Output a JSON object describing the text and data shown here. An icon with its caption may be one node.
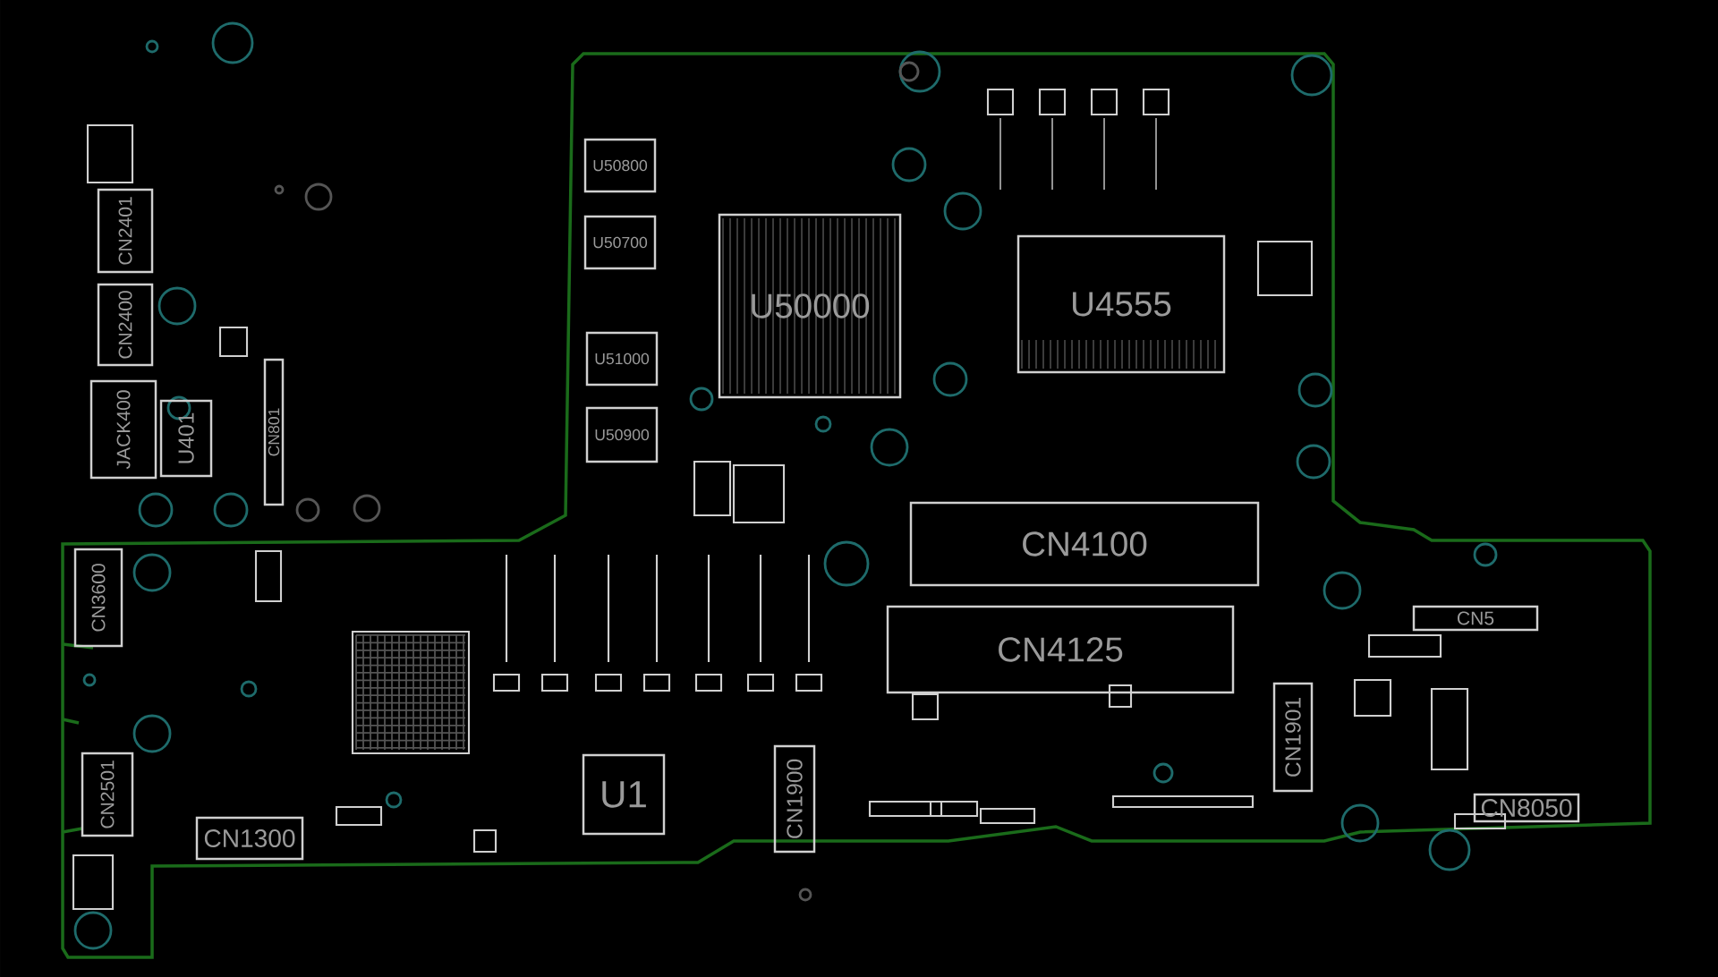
{
  "diagram": {
    "labels": [
      "U50800",
      "U50700",
      "U50000",
      "U4555",
      "U51000",
      "U50900",
      "CN2401",
      "CN2400",
      "JACK400",
      "U401",
      "CN801",
      "CN4100",
      "CN3600",
      "CN4125",
      "CN5",
      "CN1901",
      "CN2501",
      "U1",
      "CN1900",
      "CN8050",
      "CN1300"
    ]
  }
}
